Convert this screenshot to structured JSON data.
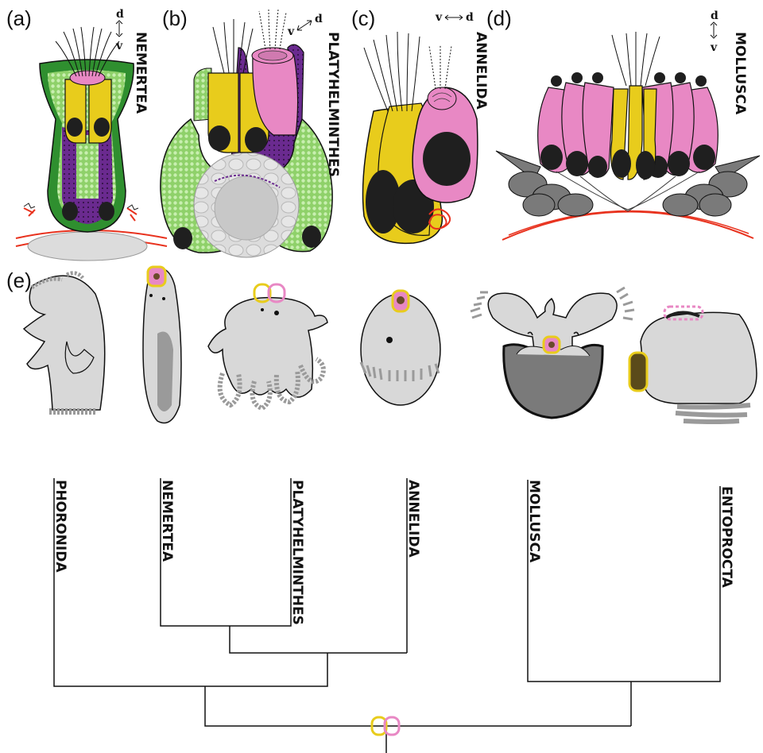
{
  "panels": {
    "a": {
      "label": "(a)",
      "taxon": "NEMERTEA",
      "axis_top": "d",
      "axis_bottom": "v"
    },
    "b": {
      "label": "(b)",
      "taxon": "PLATYHELMINTHES",
      "axis_left": "v",
      "axis_right": "d"
    },
    "c": {
      "label": "(c)",
      "taxon": "ANNELIDA",
      "axis_left": "v",
      "axis_right": "d"
    },
    "d": {
      "label": "(d)",
      "taxon": "MOLLUSCA",
      "axis_top": "d",
      "axis_bottom": "v"
    },
    "e": {
      "label": "(e)"
    }
  },
  "tree": {
    "taxa": [
      "PHORONIDA",
      "NEMERTEA",
      "PLATYHELMINTHES",
      "ANNELIDA",
      "MOLLUSCA",
      "ENTOPROCTA"
    ]
  },
  "colors": {
    "ciliary_receptor": "#e8cc1c",
    "rhabdomeric_receptor": "#e888c4",
    "pigment": "#1f1f1f",
    "sheath": "#8fd16a",
    "outer": "#2f8f2f",
    "glia": "#6a2a8f",
    "nerve": "#e8321e",
    "larva": "#d8d8d8",
    "larva_dark": "#9a9a9a"
  }
}
